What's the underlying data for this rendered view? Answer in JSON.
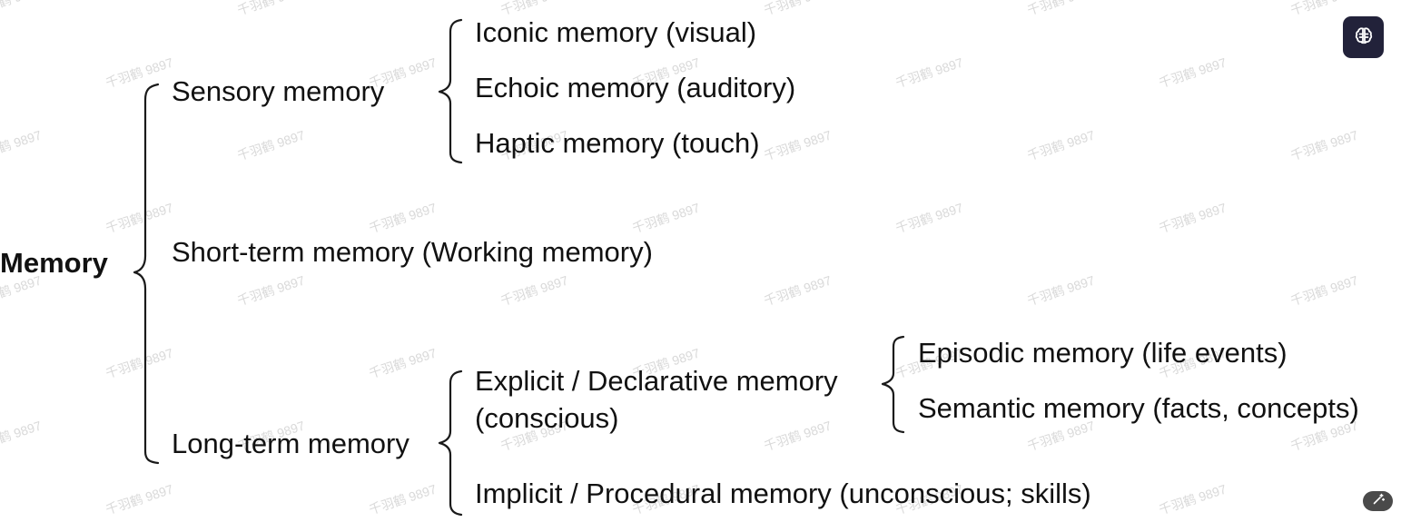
{
  "diagram": {
    "root": "Memory",
    "sensory": "Sensory memory",
    "iconic": "Iconic memory (visual)",
    "echoic": "Echoic memory (auditory)",
    "haptic": "Haptic memory (touch)",
    "short_term": "Short-term memory (Working memory)",
    "long_term": "Long-term memory",
    "explicit_line1": "Explicit / Declarative memory",
    "explicit_line2": "(conscious)",
    "episodic": "Episodic memory (life events)",
    "semantic": "Semantic memory (facts, concepts)",
    "implicit": "Implicit / Procedural memory (unconscious; skills)"
  },
  "watermark": "千羽鹤 9897",
  "toolbar": {
    "ai_icon": "brain-icon",
    "edit_icon": "magic-wand-icon"
  },
  "colors": {
    "text": "#111111",
    "button_bg": "#22223a"
  }
}
